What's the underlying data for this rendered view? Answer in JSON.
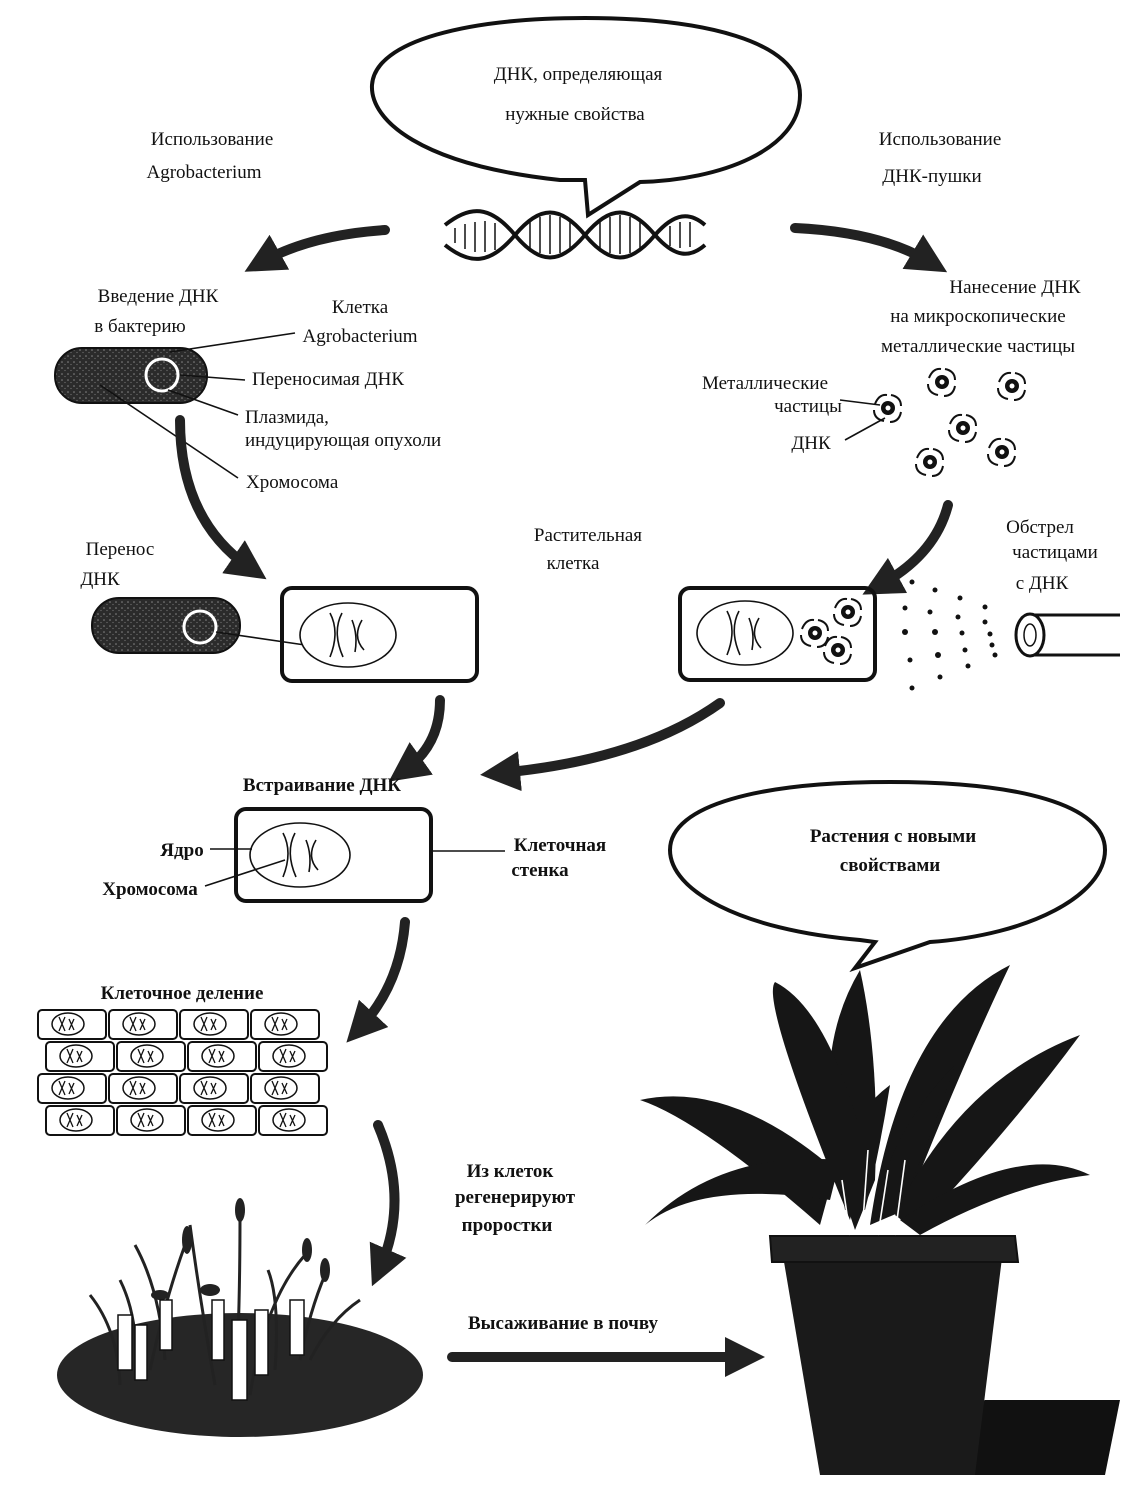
{
  "title_bubble": {
    "line1": "ДНК, определяющая",
    "line2": "нужные свойства"
  },
  "left_method": {
    "line1": "Использование",
    "line2": "Agrobacterium"
  },
  "right_method": {
    "line1": "Использование",
    "line2": "ДНК-пушки"
  },
  "bacterium_intro": {
    "line1": "Введение ДНК",
    "line2": "в бактерию"
  },
  "bacterium_labels": {
    "cell_line1": "Клетка",
    "cell_line2": "Agrobacterium",
    "transferred_dna": "Переносимая ДНК",
    "plasmid_line1": "Плазмида,",
    "plasmid_line2": "индуцирующая опухоли",
    "chromosome": "Хромосома"
  },
  "coating": {
    "line1": "Нанесение ДНК",
    "line2": "на микроскопические",
    "line3": "металлические частицы"
  },
  "particles": {
    "metal_line1": "Металлические",
    "metal_line2": "частицы",
    "dna": "ДНК"
  },
  "transfer": {
    "line1": "Перенос",
    "line2": "ДНК"
  },
  "plant_cell": {
    "line1": "Растительная",
    "line2": "клетка"
  },
  "bombard": {
    "line1": "Обстрел",
    "line2": "частицами",
    "line3": "с ДНК"
  },
  "integration": {
    "title": "Встраивание ДНК",
    "nucleus": "Ядро",
    "chromosome": "Хромосома",
    "wall_line1": "Клеточная",
    "wall_line2": "стенка"
  },
  "division": {
    "title": "Клеточное деление"
  },
  "regeneration": {
    "line1": "Из клеток",
    "line2": "регенерируют",
    "line3": "проростки"
  },
  "planting": {
    "label": "Высаживание в почву"
  },
  "result_bubble": {
    "line1": "Растения с новыми",
    "line2": "свойствами"
  },
  "colors": {
    "ink": "#111111",
    "shade": "#3a3a3a",
    "paper": "#ffffff"
  }
}
